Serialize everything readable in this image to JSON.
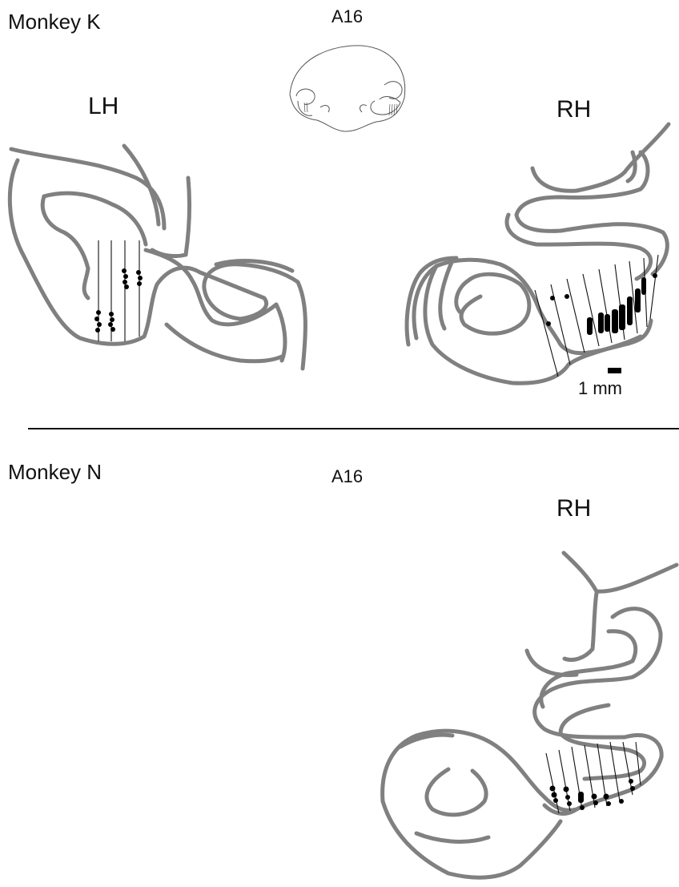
{
  "panels": {
    "top": {
      "monkey": "Monkey K",
      "plane": "A16",
      "left_hemisphere": "LH",
      "right_hemisphere": "RH",
      "scale_bar": "1 mm"
    },
    "bottom": {
      "monkey": "Monkey N",
      "plane": "A16",
      "right_hemisphere": "RH"
    }
  },
  "colors": {
    "cortex": "#808080",
    "recording_sites": "#000000",
    "tracks": "#111111"
  }
}
